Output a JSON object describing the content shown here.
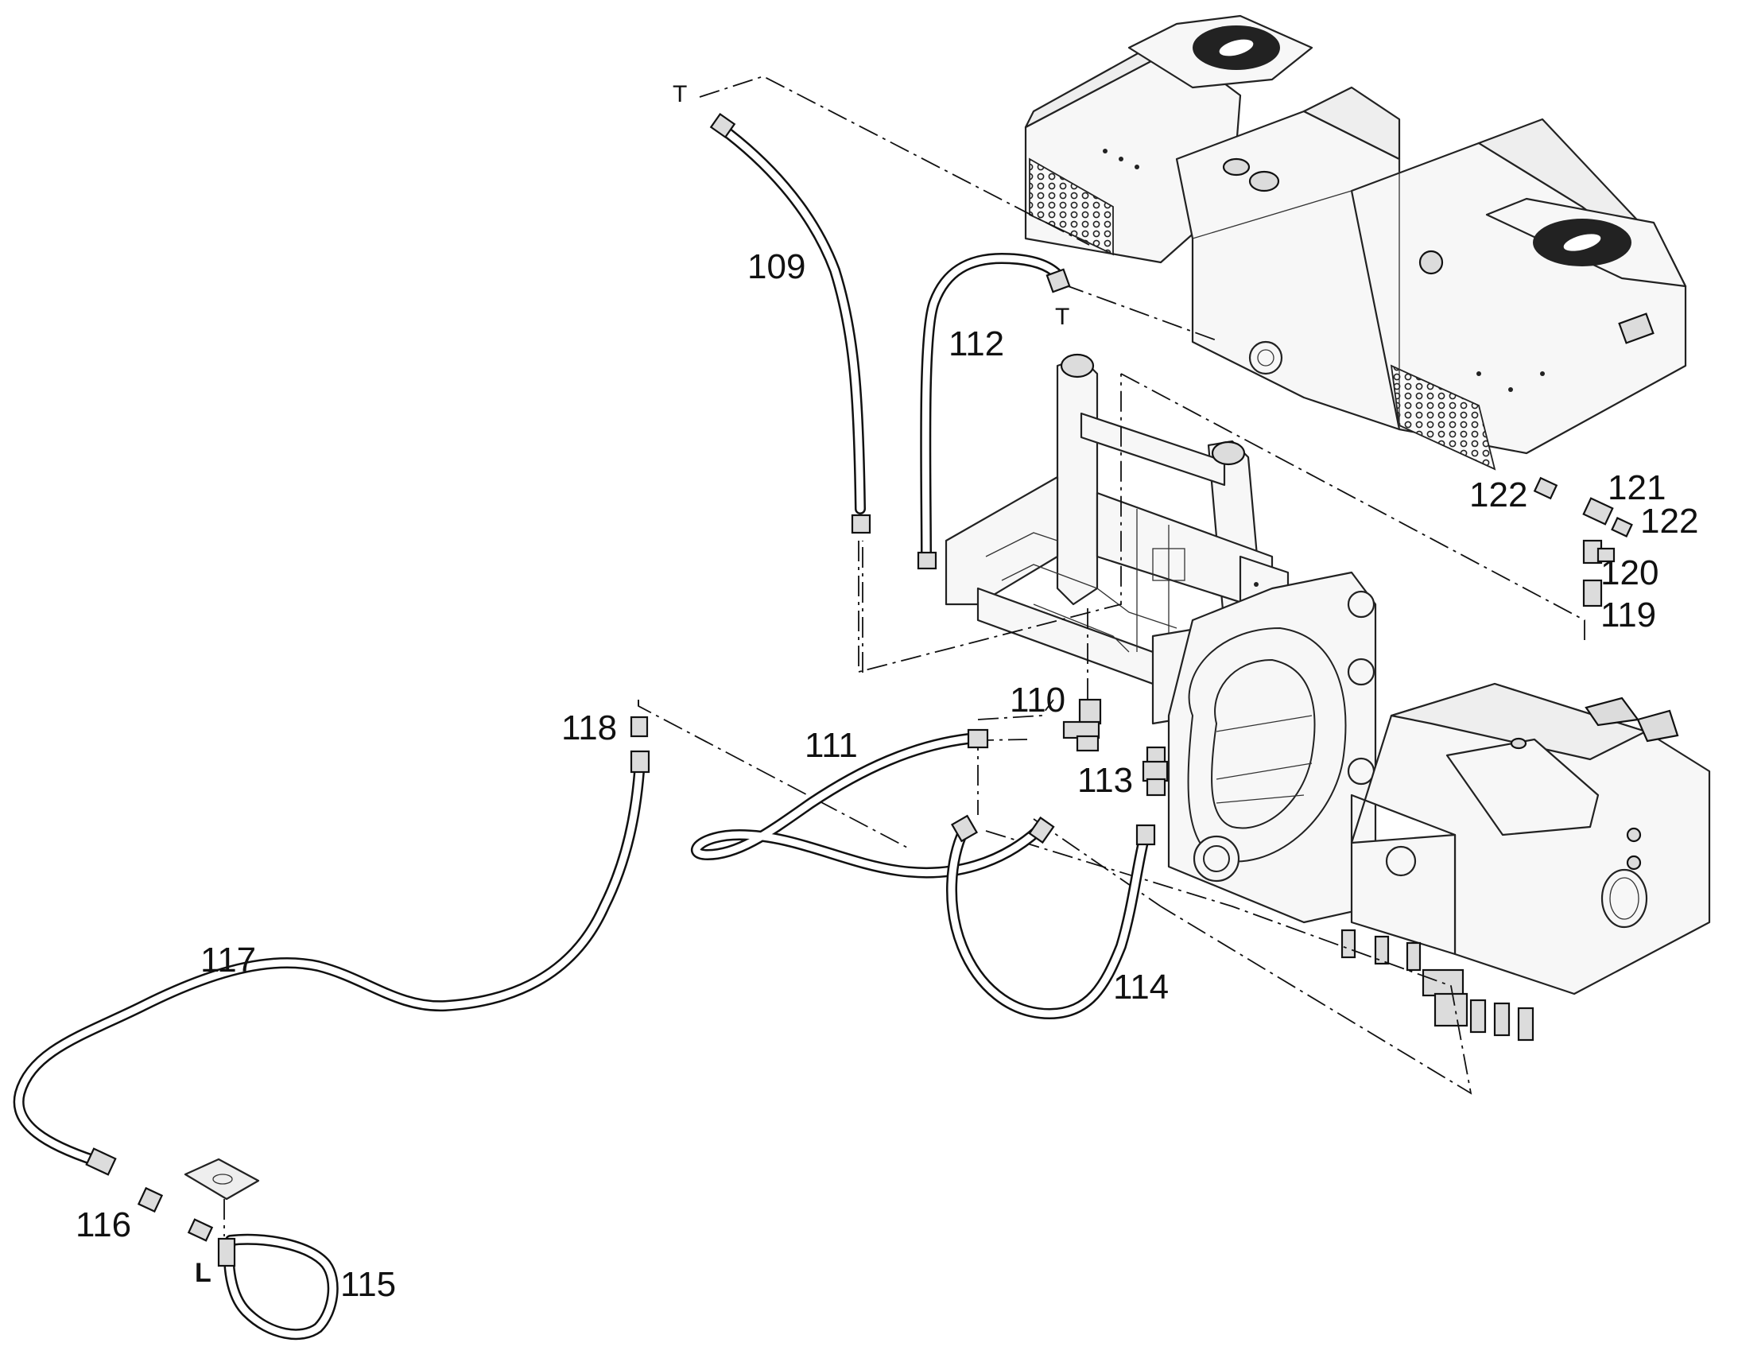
{
  "diagram": {
    "callouts": {
      "p109": "109",
      "p110": "110",
      "p111": "111",
      "p112": "112",
      "p113": "113",
      "p114": "114",
      "p115": "115",
      "p116": "116",
      "p117": "117",
      "p118": "118",
      "p119": "119",
      "p120": "120",
      "p121": "121",
      "p122a": "122",
      "p122b": "122"
    },
    "port_markers": {
      "t_top": "T",
      "t_mid": "T",
      "l_port": "L"
    }
  }
}
